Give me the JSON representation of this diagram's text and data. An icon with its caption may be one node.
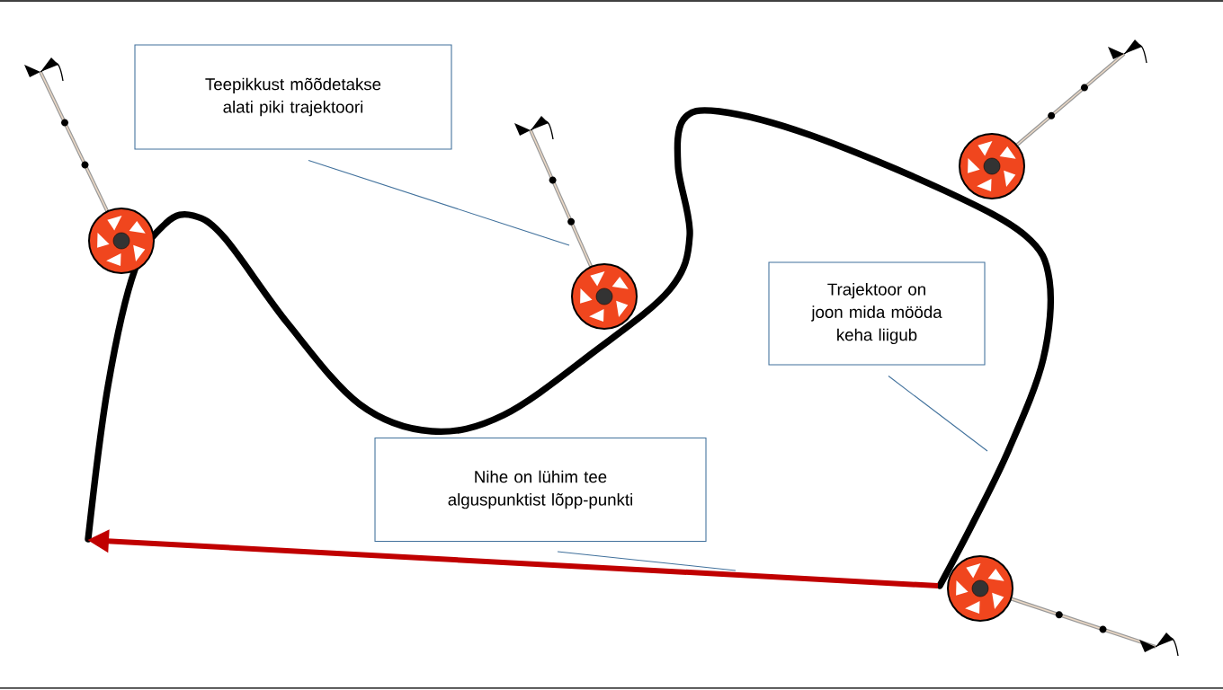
{
  "diagram": {
    "nodes": [
      {
        "text": [
          "Teepikkust mõõdetakse alati piki trajektoori"
        ]
      },
      {
        "text": [
          "Trajektoor on joon mida mööda keha liigub"
        ]
      },
      {
        "text": [
          "Nihe on lühim tee alguspunktist lõpp-punkti"
        ]
      },
      {
        "text": [],
        "shape": "picture"
      }
    ],
    "edges": [
      {
        "from": 0,
        "to": 3,
        "arrow": "none"
      },
      {
        "from": 1,
        "to": null,
        "arrow": "none"
      },
      {
        "from": 2,
        "to": null,
        "arrow": "none"
      }
    ]
  }
}
